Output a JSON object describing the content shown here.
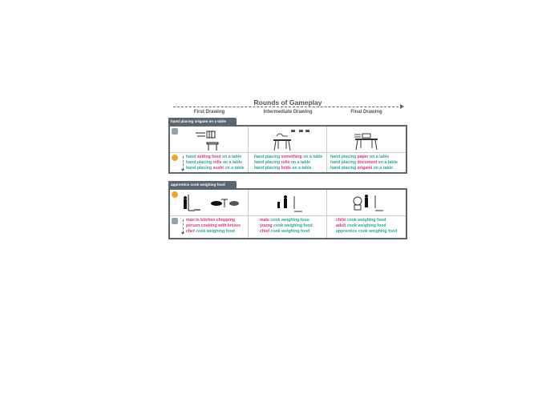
{
  "title": "Rounds of Gameplay",
  "columns": [
    "First Drawing",
    "Intermediate Drawing",
    "Final Drawing"
  ],
  "colors": {
    "teal": "#27a99b",
    "pink": "#e2317d",
    "panel": "#5b6770"
  },
  "panels": [
    {
      "label": "hand placing origami on a table",
      "drawer": "robot",
      "guesser": "human",
      "guesses": [
        [
          [
            [
              "hand ",
              "t"
            ],
            [
              "setting food ",
              "p"
            ],
            [
              "on a table",
              "t"
            ]
          ],
          [
            [
              "hand placing ",
              "t"
            ],
            [
              "rolls ",
              "p"
            ],
            [
              "on a table",
              "t"
            ]
          ],
          [
            [
              "hand placing ",
              "t"
            ],
            [
              "sushi ",
              "p"
            ],
            [
              "on a table",
              "t"
            ]
          ]
        ],
        [
          [
            [
              "hand placing ",
              "t"
            ],
            [
              "something ",
              "p"
            ],
            [
              "on a table",
              "t"
            ]
          ],
          [
            [
              "hand placing ",
              "t"
            ],
            [
              "rolls ",
              "p"
            ],
            [
              "on a table",
              "t"
            ]
          ],
          [
            [
              "hand placing ",
              "t"
            ],
            [
              "folds ",
              "p"
            ],
            [
              "on a table",
              "t"
            ]
          ]
        ],
        [
          [
            [
              "hand placing ",
              "t"
            ],
            [
              "paper ",
              "p"
            ],
            [
              "on a table",
              "t"
            ]
          ],
          [
            [
              "hand placing ",
              "t"
            ],
            [
              "document ",
              "p"
            ],
            [
              "on a table",
              "t"
            ]
          ],
          [
            [
              "hand placing ",
              "t"
            ],
            [
              "origami ",
              "p"
            ],
            [
              "on a table",
              "t"
            ]
          ]
        ]
      ]
    },
    {
      "label": "apprentice cook weighing food",
      "drawer": "human",
      "guesser": "robot",
      "guesses": [
        [
          [
            [
              "man in kitchen chopping",
              "p"
            ]
          ],
          [
            [
              "person cooking with knives",
              "p"
            ]
          ],
          [
            [
              "chef ",
              "p"
            ],
            [
              "cook weighing food",
              "t"
            ]
          ]
        ],
        [
          [
            [
              "male ",
              "p"
            ],
            [
              "cook weighing fooo",
              "t"
            ]
          ],
          [
            [
              "young ",
              "p"
            ],
            [
              "cook weighing food",
              "t"
            ]
          ],
          [
            [
              "chief ",
              "p"
            ],
            [
              "cook weighing food",
              "t"
            ]
          ]
        ],
        [
          [
            [
              "child ",
              "p"
            ],
            [
              "cook weighing food",
              "t"
            ]
          ],
          [
            [
              "adult ",
              "p"
            ],
            [
              "cook weighing food",
              "t"
            ]
          ],
          [
            [
              "apprentice cook weighing food",
              "t"
            ]
          ]
        ]
      ]
    }
  ]
}
